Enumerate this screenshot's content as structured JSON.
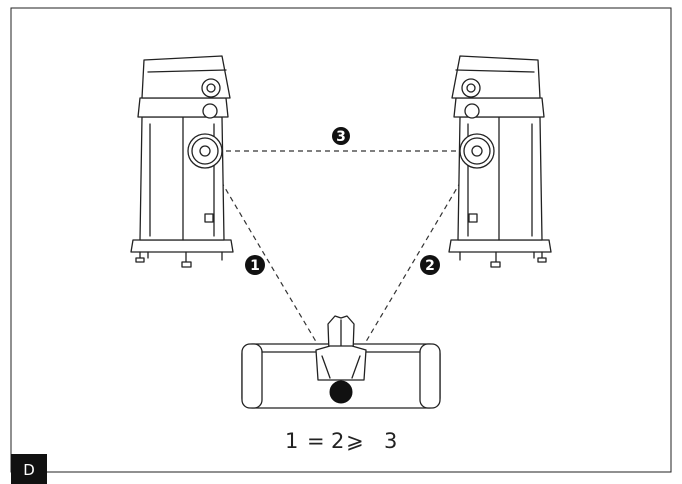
{
  "figure": {
    "label_1": "1",
    "label_2": "2",
    "label_3": "3",
    "equation": {
      "d1": "1",
      "eq": "=",
      "d2": "2",
      "geq": "⩾",
      "d3": "3"
    },
    "corner_tab": "D"
  },
  "colors": {
    "line": "#222222",
    "badge": "#111111",
    "tab": "#111111"
  },
  "icons": [
    "left-speaker-icon",
    "right-speaker-icon",
    "listener-icon",
    "sofa-icon"
  ]
}
